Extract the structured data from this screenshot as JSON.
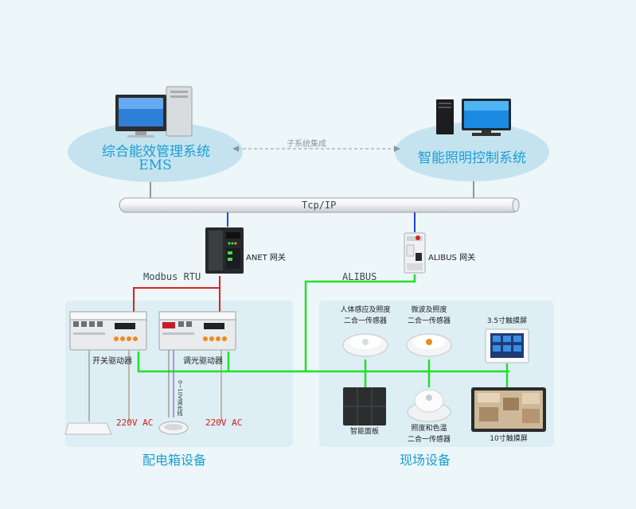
{
  "ems": {
    "title_cn": "综合能效管理系统",
    "title_en": "EMS"
  },
  "lighting_system": {
    "title": "智能照明控制系统"
  },
  "integration": {
    "label": "子系统集成"
  },
  "bus": {
    "label": "Tcp/IP"
  },
  "gateways": {
    "anet": "ANET 网关",
    "alibus": "ALIBUS 网关"
  },
  "protocols": {
    "modbus": "Modbus RTU",
    "alibus": "ALIBUS"
  },
  "distribution_box": {
    "title": "配电箱设备",
    "switch_driver": "开关驱动器",
    "dimming_driver": "调光驱动器",
    "voltage_left": "220V AC",
    "voltage_right": "220V AC",
    "dimming_line": "0~10V调光线"
  },
  "field": {
    "title": "现场设备",
    "sensor_human": [
      "人体感应及照度",
      "二合一传感器"
    ],
    "sensor_microwave": [
      "微波及照度",
      "二合一传感器"
    ],
    "touch35": "3.5寸触摸屏",
    "panel": "智能面板",
    "sensor_color": [
      "照度和色温",
      "二合一传感器"
    ],
    "touch10": "10寸触摸屏"
  },
  "colors": {
    "accent": "#1a9fd6",
    "green_line": "#22e02a",
    "red_line": "#e02020",
    "blue_line": "#2244dd",
    "ellipse": "#c5e3ee",
    "panel_bg": "#ddeef4"
  }
}
